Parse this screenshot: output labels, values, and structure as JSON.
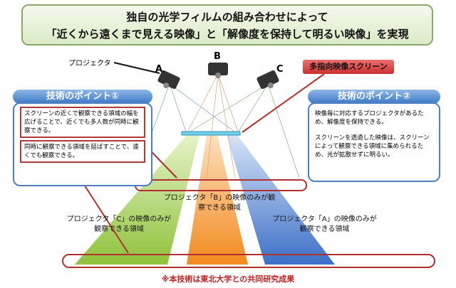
{
  "title": {
    "line1": "独自の光学フィルムの組み合わせによって",
    "line2": "「近くから遠くまで見える映像」と「解像度を保持して明るい映像」を実現"
  },
  "projector_label": "プロジェクタ",
  "projectors": {
    "a": "A",
    "b": "B",
    "c": "C"
  },
  "screen_label": "多指向映像スクリーン",
  "point1": {
    "heading": "技術のポイント①",
    "note1": "スクリーンの近くで観察できる領域の幅を広げることで、近くでも多人数が同時に観察できる。",
    "note2": "同時に観察できる領域を延ばすことで、遠くでも観察できる。"
  },
  "point2": {
    "heading": "技術のポイント②",
    "para1": "映像毎に対応するプロジェクタがあるため、解像度を保持できる。",
    "para2": "スクリーンを透過した映像は、スクリーンによって観察できる領域に集められるため、光が拡散せずに明るい。"
  },
  "regions": {
    "b": "プロジェクタ「B」の映像のみが観察できる領域",
    "c": "プロジェクタ「C」の映像のみが観察できる領域",
    "a": "プロジェクタ「A」の映像のみが観察できる領域"
  },
  "footer": "※本技術は東北大学との共同研究成果",
  "colors": {
    "green": "#a6cf5a",
    "orange": "#f7932e",
    "blue": "#4a7fd0",
    "red": "#b03030"
  }
}
